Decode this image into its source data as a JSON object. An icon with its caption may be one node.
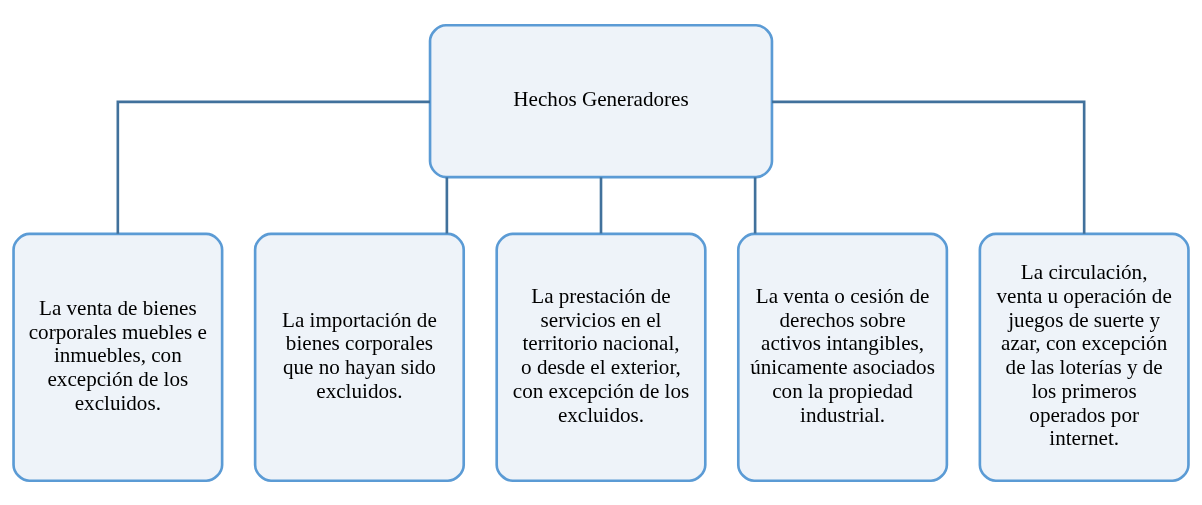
{
  "diagram": {
    "nodes": [
      {
        "text": [
          "Hechos Generadores"
        ]
      },
      {
        "text": [
          "La venta de bienes corporales muebles e inmuebles, con excepción de los excluidos."
        ]
      },
      {
        "text": [
          "La importación de bienes corporales que no hayan sido excluidos."
        ]
      },
      {
        "text": [
          "La prestación de servicios en el territorio nacional, o desde el exterior, con excepción de los excluidos."
        ]
      },
      {
        "text": [
          "La venta o cesión de derechos sobre activos intangibles, únicamente asociados con la propiedad industrial."
        ]
      },
      {
        "text": [
          "La circulación, venta u operación de juegos de suerte y azar, con excepción de las loterías y de los primeros operados por internet."
        ]
      }
    ],
    "edges": [
      {
        "from": 0,
        "to": 1,
        "arrow": "none"
      },
      {
        "from": 0,
        "to": 2,
        "arrow": "none"
      },
      {
        "from": 0,
        "to": 3,
        "arrow": "none"
      },
      {
        "from": 0,
        "to": 4,
        "arrow": "none"
      },
      {
        "from": 0,
        "to": 5,
        "arrow": "none"
      }
    ]
  }
}
